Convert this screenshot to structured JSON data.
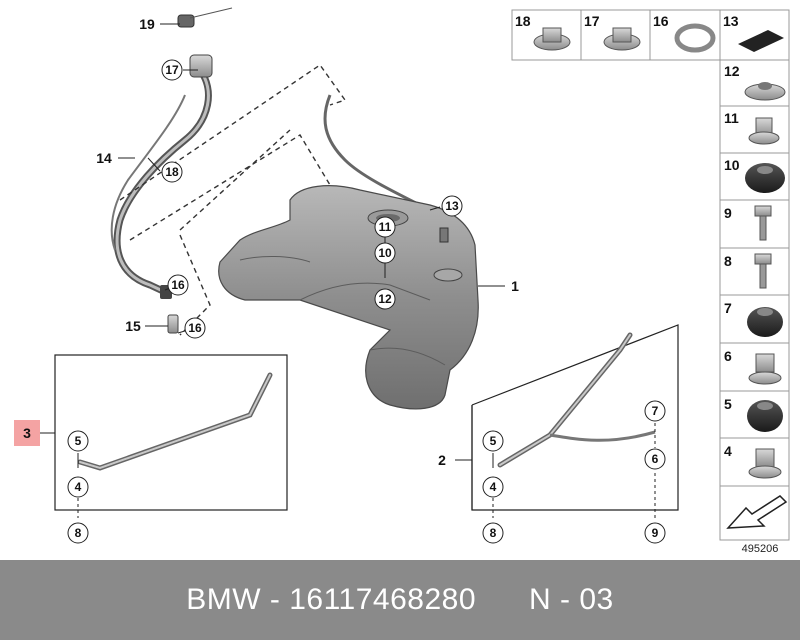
{
  "diagram": {
    "callouts": {
      "c1": "1",
      "c2": "2",
      "c3": "3",
      "c4a": "4",
      "c4b": "4",
      "c5a": "5",
      "c5b": "5",
      "c6": "6",
      "c7": "7",
      "c8a": "8",
      "c8b": "8",
      "c9": "9",
      "c10": "10",
      "c11": "11",
      "c12": "12",
      "c13": "13",
      "c14": "14",
      "c15": "15",
      "c16a": "16",
      "c16b": "16",
      "c17": "17",
      "c18": "18",
      "c19": "19"
    },
    "highlight_color": "#f4a3a3"
  },
  "parts_panel": {
    "top_row": [
      "18",
      "17",
      "16",
      "13"
    ],
    "column": [
      "12",
      "11",
      "10",
      "9",
      "8",
      "7",
      "6",
      "5",
      "4"
    ]
  },
  "code": "495206",
  "footer": {
    "text": "BMW - 16117468280      N - 03"
  }
}
